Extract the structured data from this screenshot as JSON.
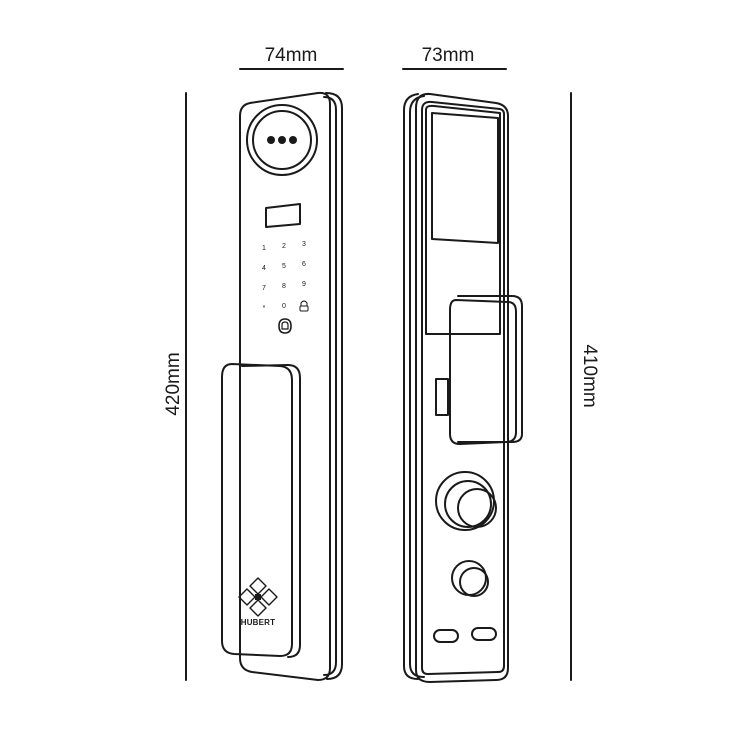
{
  "dimensions": {
    "front_width": "74mm",
    "side_width": "73mm",
    "front_height": "420mm",
    "side_height": "410mm"
  },
  "keypad": {
    "keys": [
      "1",
      "2",
      "3",
      "4",
      "5",
      "6",
      "7",
      "8",
      "9",
      "*",
      "0",
      "lock-icon"
    ]
  },
  "brand": {
    "name": "HUBERT"
  },
  "colors": {
    "line": "#1a1a1a",
    "background": "#ffffff"
  }
}
